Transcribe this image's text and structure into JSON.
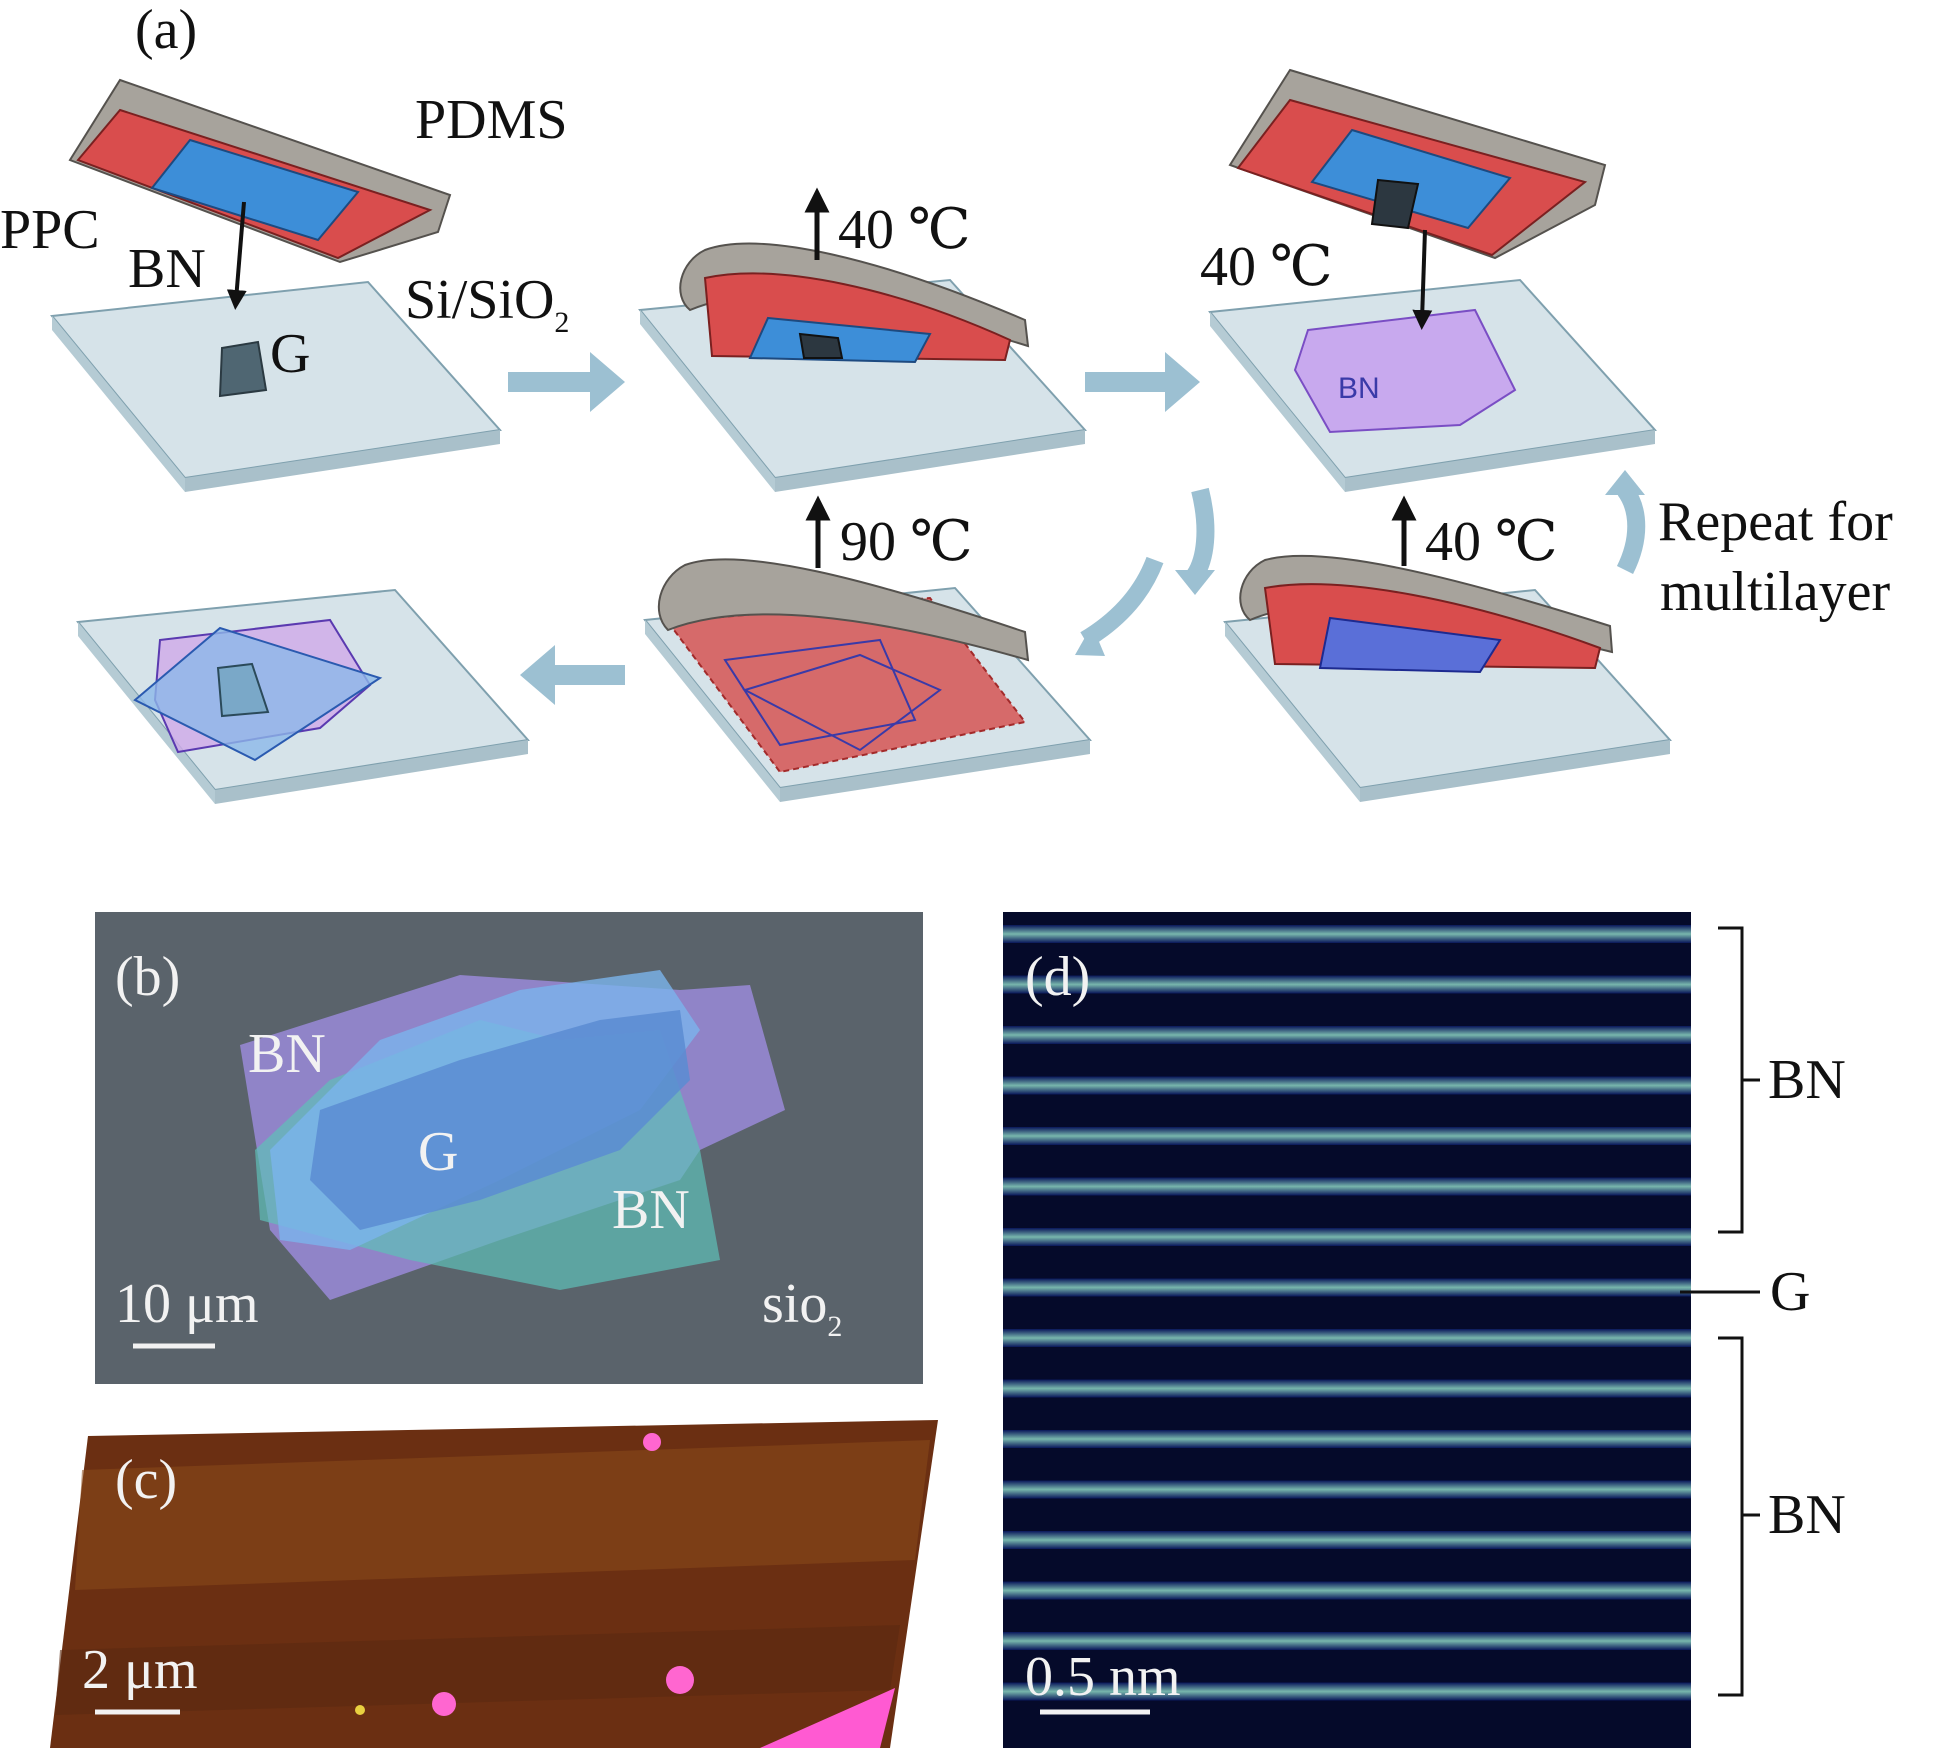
{
  "panel_a": {
    "panel_label": "(a)",
    "pdms": "PDMS",
    "ppc": "PPC",
    "bn": "BN",
    "g": "G",
    "substrate_main": "Si/SiO",
    "substrate_sub": "2",
    "temp_step2": "40 ℃",
    "temp_step3": "40 ℃",
    "flake_bn": "BN",
    "temp_step4": "40 ℃",
    "repeat_line1": "Repeat for",
    "repeat_line2": "multilayer",
    "temp_step5": "90 ℃"
  },
  "panel_b": {
    "panel_label": "(b)",
    "bn_top": "BN",
    "g": "G",
    "bn_bottom": "BN",
    "scale": "10 μm",
    "substrate_main": "sio",
    "substrate_sub": "2"
  },
  "panel_c": {
    "panel_label": "(c)",
    "scale": "2 μm"
  },
  "panel_d": {
    "panel_label": "(d)",
    "scale": "0.5 nm",
    "bracket_top": "BN",
    "g_line": "G",
    "bracket_bottom": "BN"
  },
  "colors": {
    "ppc_red": "#d84a4a",
    "bn_blue": "#3a8fd8",
    "bn_purple": "#c9a8e8",
    "pdms_grey": "#9a9690",
    "substrate": "#cfdde4",
    "arrow": "#8fb5c8",
    "micrograph_b_bg": "#5a636b",
    "micrograph_c_bg": "#6b2f12",
    "micrograph_d_bg": "#050a2a"
  }
}
